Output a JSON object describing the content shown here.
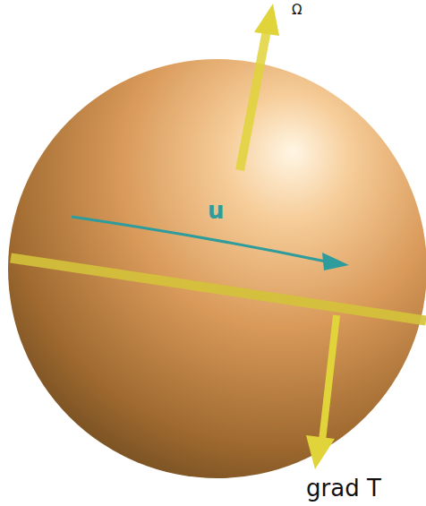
{
  "diagram": {
    "labels": [
      "Ω",
      "u",
      "grad T"
    ]
  }
}
